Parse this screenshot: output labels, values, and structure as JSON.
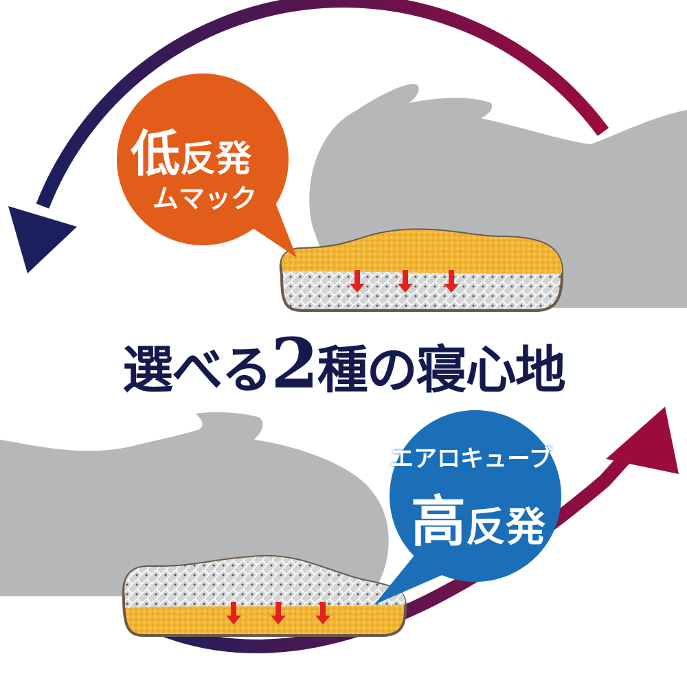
{
  "title": {
    "prefix": "選べる",
    "number": "2",
    "suffix": "種の寝心地"
  },
  "low_rebound": {
    "main_big": "低",
    "main_rest": "反発",
    "sub": "ムマック",
    "color": "#e35d1a"
  },
  "high_rebound": {
    "sub": "エアロキューブ",
    "main_big": "高",
    "main_rest": "反発",
    "color": "#1a6fb8"
  },
  "colors": {
    "navy": "#1b1f5e",
    "crimson": "#9b0b3e",
    "silhouette": "#b6b7b9",
    "foam": "#f2b533",
    "arrow": "#e3221d"
  }
}
